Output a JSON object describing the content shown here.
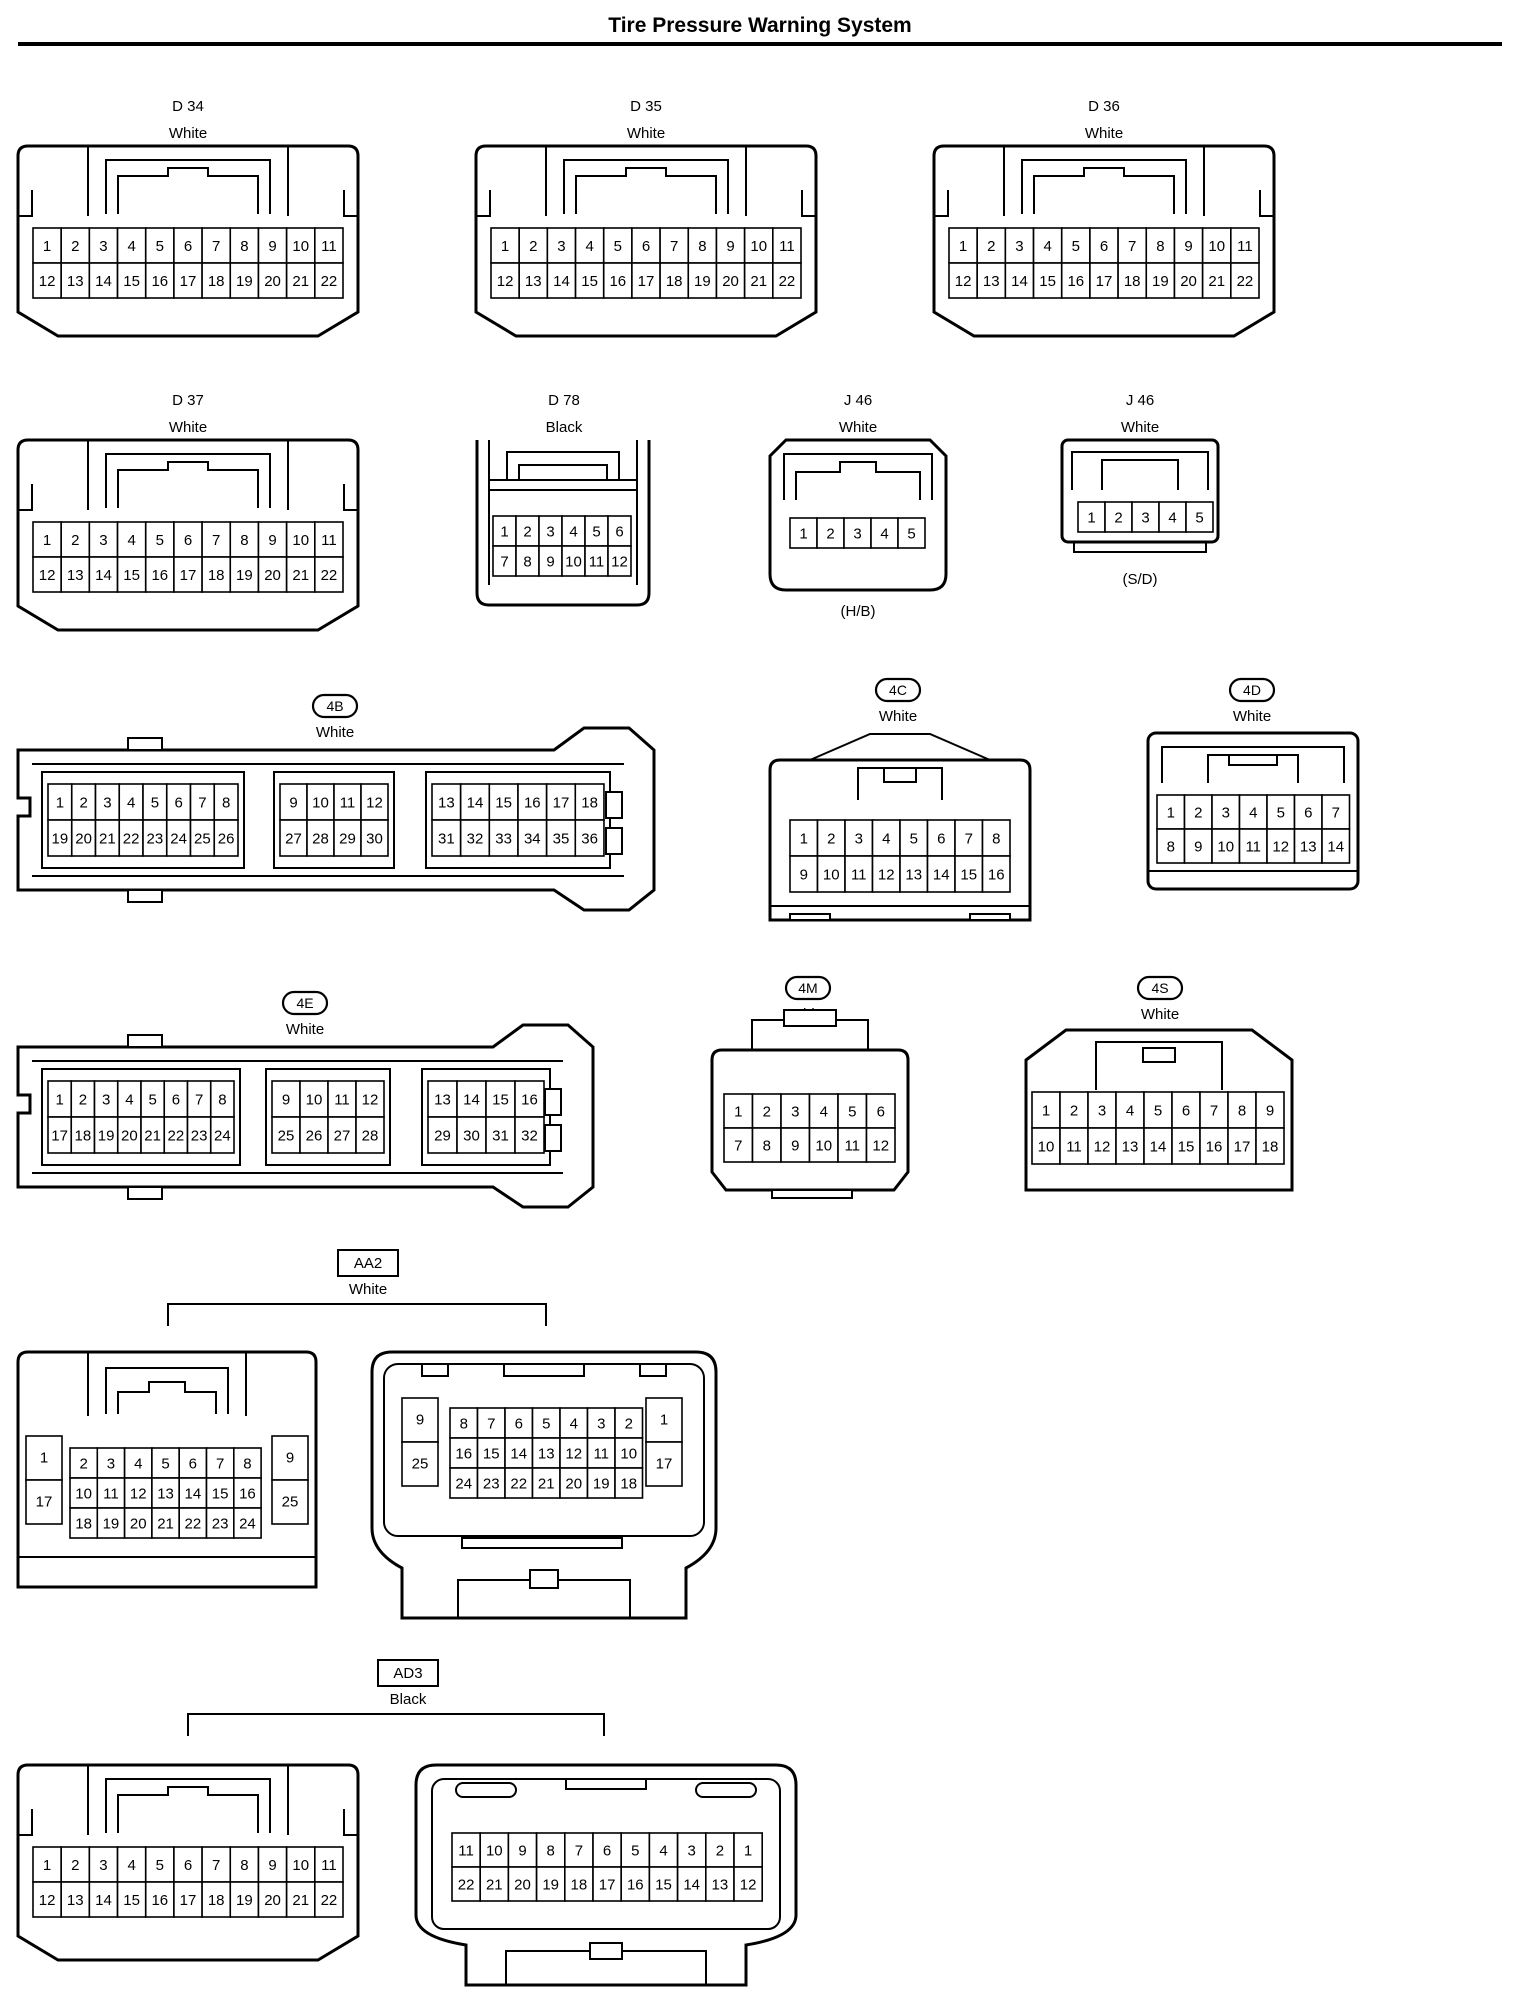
{
  "title": "Tire Pressure Warning System",
  "connectors": [
    {
      "code": "D 34",
      "color": "White",
      "rows": [
        [
          "1",
          "2",
          "3",
          "4",
          "5",
          "6",
          "7",
          "8",
          "9",
          "10",
          "11"
        ],
        [
          "12",
          "13",
          "14",
          "15",
          "16",
          "17",
          "18",
          "19",
          "20",
          "21",
          "22"
        ]
      ]
    },
    {
      "code": "D 35",
      "color": "White",
      "rows": [
        [
          "1",
          "2",
          "3",
          "4",
          "5",
          "6",
          "7",
          "8",
          "9",
          "10",
          "11"
        ],
        [
          "12",
          "13",
          "14",
          "15",
          "16",
          "17",
          "18",
          "19",
          "20",
          "21",
          "22"
        ]
      ]
    },
    {
      "code": "D 36",
      "color": "White",
      "rows": [
        [
          "1",
          "2",
          "3",
          "4",
          "5",
          "6",
          "7",
          "8",
          "9",
          "10",
          "11"
        ],
        [
          "12",
          "13",
          "14",
          "15",
          "16",
          "17",
          "18",
          "19",
          "20",
          "21",
          "22"
        ]
      ]
    },
    {
      "code": "D 37",
      "color": "White",
      "rows": [
        [
          "1",
          "2",
          "3",
          "4",
          "5",
          "6",
          "7",
          "8",
          "9",
          "10",
          "11"
        ],
        [
          "12",
          "13",
          "14",
          "15",
          "16",
          "17",
          "18",
          "19",
          "20",
          "21",
          "22"
        ]
      ]
    },
    {
      "code": "D 78",
      "color": "Black",
      "rows": [
        [
          "1",
          "2",
          "3",
          "4",
          "5",
          "6"
        ],
        [
          "7",
          "8",
          "9",
          "10",
          "11",
          "12"
        ]
      ]
    },
    {
      "code": "J 46",
      "color": "White",
      "note": "(H/B)",
      "rows": [
        [
          "1",
          "2",
          "3",
          "4",
          "5"
        ]
      ]
    },
    {
      "code": "J 46",
      "color": "White",
      "note": "(S/D)",
      "rows": [
        [
          "1",
          "2",
          "3",
          "4",
          "5"
        ]
      ]
    },
    {
      "code": "4B",
      "color": "White",
      "blocks": [
        [
          [
            "1",
            "2",
            "3",
            "4",
            "5",
            "6",
            "7",
            "8"
          ],
          [
            "19",
            "20",
            "21",
            "22",
            "23",
            "24",
            "25",
            "26"
          ]
        ],
        [
          [
            "9",
            "10",
            "11",
            "12"
          ],
          [
            "27",
            "28",
            "29",
            "30"
          ]
        ],
        [
          [
            "13",
            "14",
            "15",
            "16",
            "17",
            "18"
          ],
          [
            "31",
            "32",
            "33",
            "34",
            "35",
            "36"
          ]
        ]
      ]
    },
    {
      "code": "4C",
      "color": "White",
      "rows": [
        [
          "1",
          "2",
          "3",
          "4",
          "5",
          "6",
          "7",
          "8"
        ],
        [
          "9",
          "10",
          "11",
          "12",
          "13",
          "14",
          "15",
          "16"
        ]
      ]
    },
    {
      "code": "4D",
      "color": "White",
      "rows": [
        [
          "1",
          "2",
          "3",
          "4",
          "5",
          "6",
          "7"
        ],
        [
          "8",
          "9",
          "10",
          "11",
          "12",
          "13",
          "14"
        ]
      ]
    },
    {
      "code": "4E",
      "color": "White",
      "blocks": [
        [
          [
            "1",
            "2",
            "3",
            "4",
            "5",
            "6",
            "7",
            "8"
          ],
          [
            "17",
            "18",
            "19",
            "20",
            "21",
            "22",
            "23",
            "24"
          ]
        ],
        [
          [
            "9",
            "10",
            "11",
            "12"
          ],
          [
            "25",
            "26",
            "27",
            "28"
          ]
        ],
        [
          [
            "13",
            "14",
            "15",
            "16"
          ],
          [
            "29",
            "30",
            "31",
            "32"
          ]
        ]
      ]
    },
    {
      "code": "4M",
      "color": "White",
      "rows": [
        [
          "1",
          "2",
          "3",
          "4",
          "5",
          "6"
        ],
        [
          "7",
          "8",
          "9",
          "10",
          "11",
          "12"
        ]
      ]
    },
    {
      "code": "4S",
      "color": "White",
      "rows": [
        [
          "1",
          "2",
          "3",
          "4",
          "5",
          "6",
          "7",
          "8",
          "9"
        ],
        [
          "10",
          "11",
          "12",
          "13",
          "14",
          "15",
          "16",
          "17",
          "18"
        ]
      ]
    },
    {
      "code": "AA2",
      "color": "White",
      "male": {
        "side_left": [
          "1",
          "17"
        ],
        "side_right": [
          "9",
          "25"
        ],
        "rows": [
          [
            "2",
            "3",
            "4",
            "5",
            "6",
            "7",
            "8"
          ],
          [
            "10",
            "11",
            "12",
            "13",
            "14",
            "15",
            "16"
          ],
          [
            "18",
            "19",
            "20",
            "21",
            "22",
            "23",
            "24"
          ]
        ]
      },
      "female": {
        "side_left": [
          "9",
          "25"
        ],
        "side_right": [
          "1",
          "17"
        ],
        "rows": [
          [
            "8",
            "7",
            "6",
            "5",
            "4",
            "3",
            "2"
          ],
          [
            "16",
            "15",
            "14",
            "13",
            "12",
            "11",
            "10"
          ],
          [
            "24",
            "23",
            "22",
            "21",
            "20",
            "19",
            "18"
          ]
        ]
      }
    },
    {
      "code": "AD3",
      "color": "Black",
      "male": {
        "rows": [
          [
            "1",
            "2",
            "3",
            "4",
            "5",
            "6",
            "7",
            "8",
            "9",
            "10",
            "11"
          ],
          [
            "12",
            "13",
            "14",
            "15",
            "16",
            "17",
            "18",
            "19",
            "20",
            "21",
            "22"
          ]
        ]
      },
      "female": {
        "rows": [
          [
            "11",
            "10",
            "9",
            "8",
            "7",
            "6",
            "5",
            "4",
            "3",
            "2",
            "1"
          ],
          [
            "22",
            "21",
            "20",
            "19",
            "18",
            "17",
            "16",
            "15",
            "14",
            "13",
            "12"
          ]
        ]
      }
    }
  ]
}
